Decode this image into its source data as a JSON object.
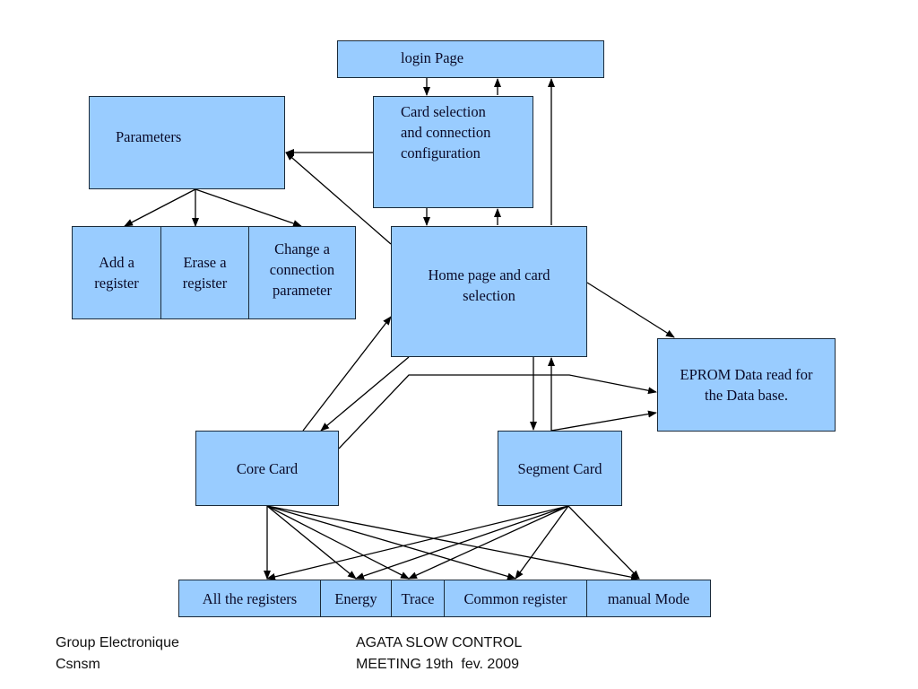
{
  "nodes": {
    "login": "login Page",
    "card_selection": [
      "Card selection",
      "and connection",
      "configuration"
    ],
    "parameters": "Parameters",
    "add_register": [
      "Add a",
      "register"
    ],
    "erase_register": [
      "Erase a",
      "register"
    ],
    "change_connection": [
      "Change a",
      "connection",
      "parameter"
    ],
    "home": [
      "Home page and card",
      "selection"
    ],
    "eprom": [
      "EPROM Data read for",
      "the Data base."
    ],
    "core_card": "Core Card",
    "segment_card": "Segment Card",
    "all_registers": "All the registers",
    "energy": "Energy",
    "trace": "Trace",
    "common_register": "Common register",
    "manual_mode": "manual Mode"
  },
  "edges": [
    {
      "from": "login",
      "to": "card_selection"
    },
    {
      "from": "card_selection",
      "to": "login"
    },
    {
      "from": "card_selection",
      "to": "parameters"
    },
    {
      "from": "home",
      "to": "parameters"
    },
    {
      "from": "parameters",
      "to": "add_register"
    },
    {
      "from": "parameters",
      "to": "erase_register"
    },
    {
      "from": "parameters",
      "to": "change_connection"
    },
    {
      "from": "card_selection",
      "to": "home"
    },
    {
      "from": "home",
      "to": "card_selection"
    },
    {
      "from": "home",
      "to": "login"
    },
    {
      "from": "home",
      "to": "eprom"
    },
    {
      "from": "core_card",
      "to": "home"
    },
    {
      "from": "home",
      "to": "core_card"
    },
    {
      "from": "core_card",
      "to": "eprom"
    },
    {
      "from": "home",
      "to": "segment_card"
    },
    {
      "from": "segment_card",
      "to": "home"
    },
    {
      "from": "segment_card",
      "to": "eprom"
    },
    {
      "from": "core_card",
      "to": "all_registers"
    },
    {
      "from": "core_card",
      "to": "energy"
    },
    {
      "from": "core_card",
      "to": "trace"
    },
    {
      "from": "core_card",
      "to": "common_register"
    },
    {
      "from": "core_card",
      "to": "manual_mode"
    },
    {
      "from": "segment_card",
      "to": "all_registers"
    },
    {
      "from": "segment_card",
      "to": "energy"
    },
    {
      "from": "segment_card",
      "to": "trace"
    },
    {
      "from": "segment_card",
      "to": "common_register"
    },
    {
      "from": "segment_card",
      "to": "manual_mode"
    }
  ],
  "footer": {
    "left_line1": "Group Electronique",
    "left_line2": "Csnsm",
    "right_line1": "AGATA SLOW CONTROL",
    "right_line2": "MEETING 19th  fev. 2009"
  },
  "colors": {
    "box_fill": "#99ccff",
    "box_border": "#1a2a3a",
    "arrow": "#000000"
  }
}
